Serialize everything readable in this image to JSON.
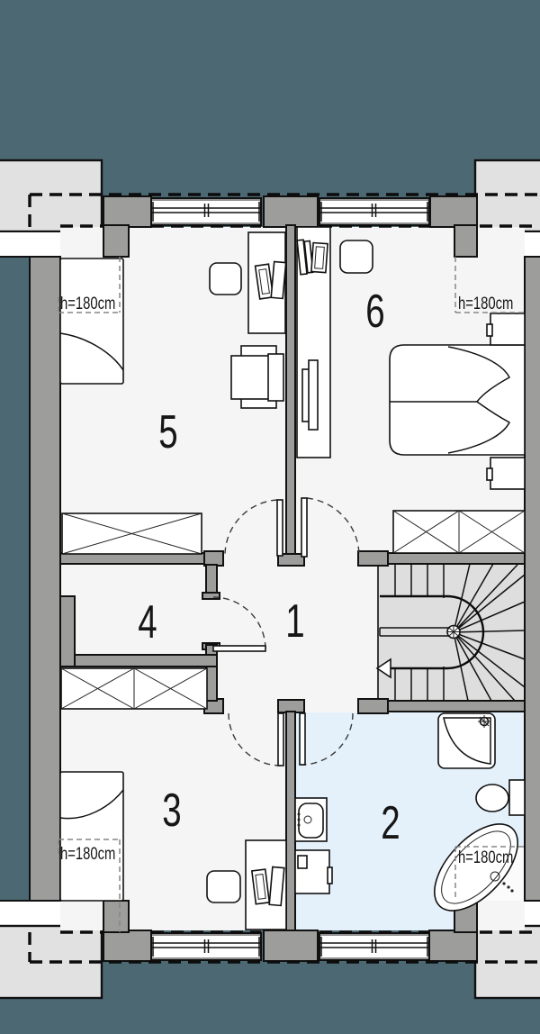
{
  "colors": {
    "background": "#4c6973",
    "floor": "#f5f5f6",
    "bathroom_floor": "#e4f1fb",
    "stairs": "#dedede",
    "wall": "#9d9d9b",
    "chimney": "#e1e1e1"
  },
  "rooms": {
    "hall": {
      "number": "1"
    },
    "bathroom": {
      "number": "2",
      "height_label": "h=180cm"
    },
    "bedroom_3": {
      "number": "3",
      "height_label": "h=180cm"
    },
    "wardrobe_4": {
      "number": "4"
    },
    "bedroom_5": {
      "number": "5",
      "height_label": "h=180cm"
    },
    "bedroom_6": {
      "number": "6",
      "height_label": "h=180cm"
    }
  }
}
